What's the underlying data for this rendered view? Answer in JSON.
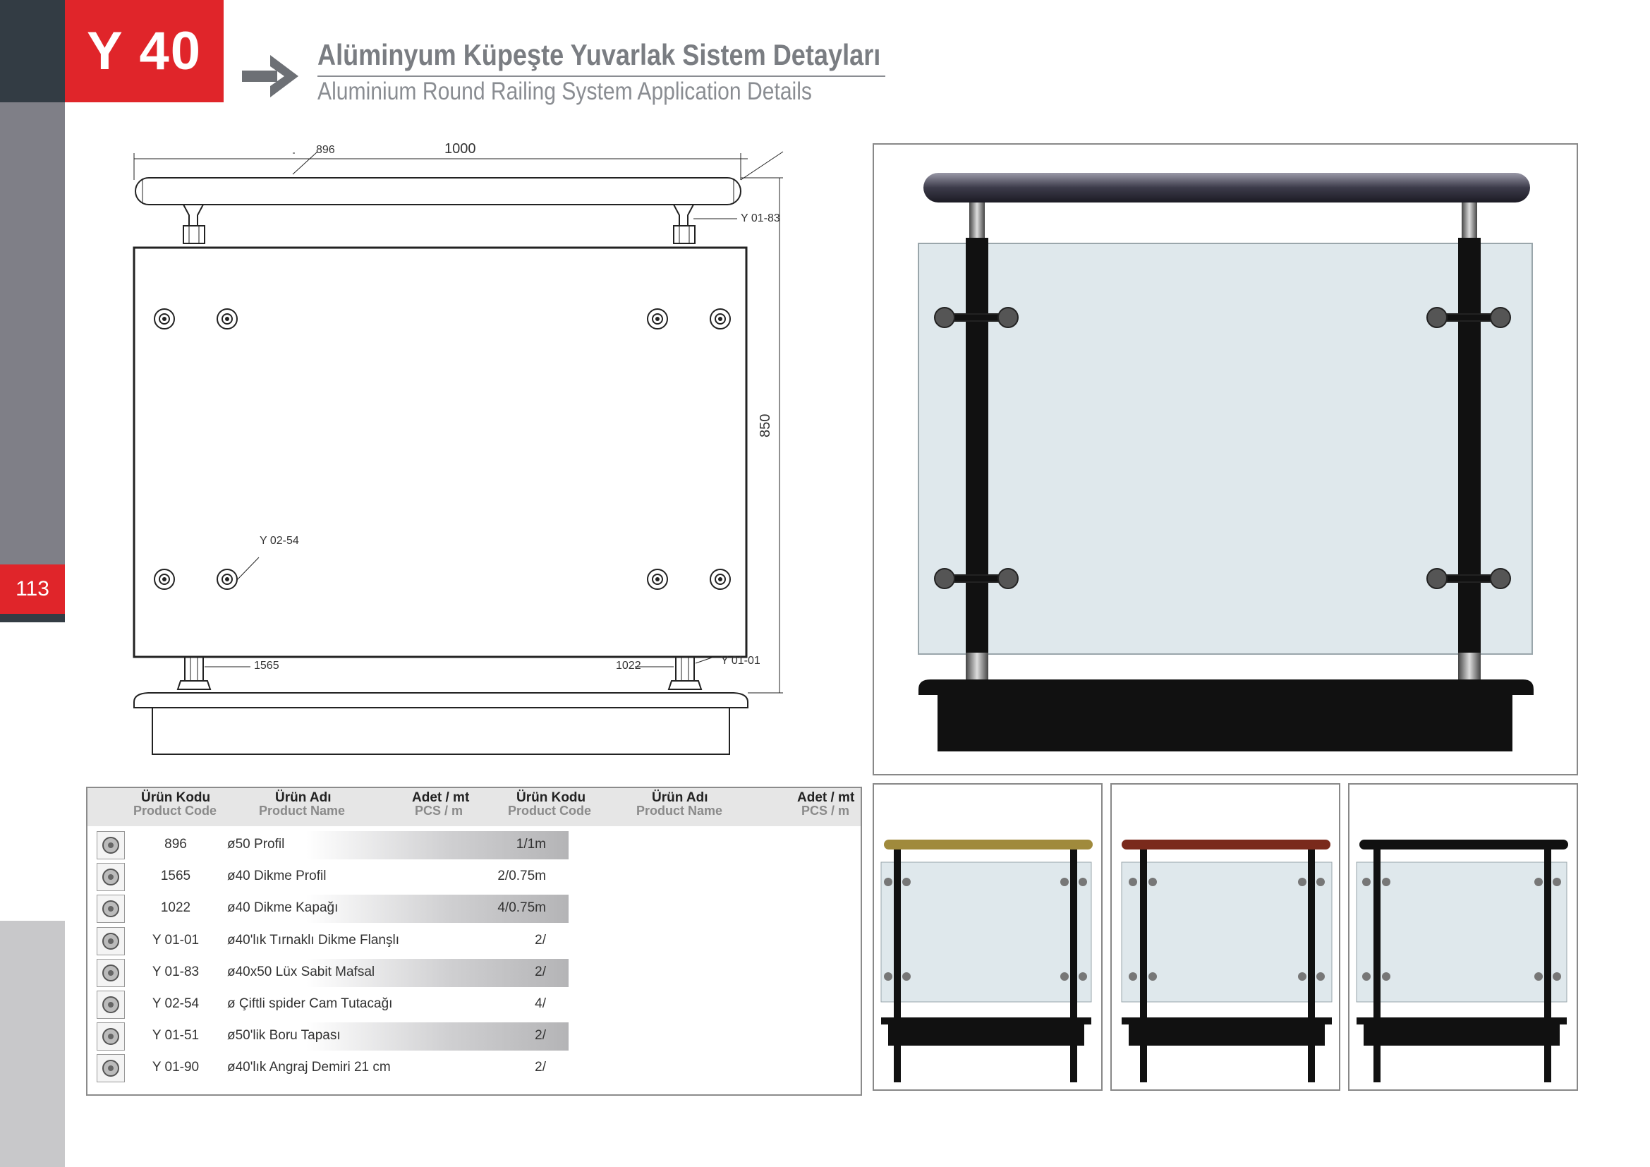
{
  "header": {
    "code": "Y 40",
    "title_tr": "Alüminyum Küpeşte Yuvarlak Sistem Detayları",
    "title_en": "Aluminium Round Railing System Application Details"
  },
  "page_number": "113",
  "drawing": {
    "dim_width": "1000",
    "dim_height": "850",
    "label_896": "896",
    "label_y0183": "Y 01-83",
    "label_y0254": "Y 02-54",
    "label_1565": "1565",
    "label_1022": "1022",
    "label_y0101": "Y 01-01"
  },
  "table": {
    "headers": [
      {
        "tr": "Ürün Kodu",
        "en": "Product Code"
      },
      {
        "tr": "Ürün Adı",
        "en": "Product Name"
      },
      {
        "tr": "Adet / mt",
        "en": "PCS / m"
      },
      {
        "tr": "Ürün Kodu",
        "en": "Product Code"
      },
      {
        "tr": "Ürün Adı",
        "en": "Product Name"
      },
      {
        "tr": "Adet / mt",
        "en": "PCS / m"
      }
    ],
    "rows": [
      {
        "code": "896",
        "name": "ø50 Profil",
        "qty": "1/1m",
        "icon": "round-profile-icon",
        "shaded": true
      },
      {
        "code": "1565",
        "name": "ø40 Dikme Profil",
        "qty": "2/0.75m",
        "icon": "post-profile-icon",
        "shaded": false
      },
      {
        "code": "1022",
        "name": "ø40 Dikme Kapağı",
        "qty": "4/0.75m",
        "icon": "post-cover-icon",
        "shaded": true
      },
      {
        "code": "Y 01-01",
        "name": "ø40'lık Tırnaklı Dikme Flanşlı",
        "qty": "2/",
        "icon": "flange-icon",
        "shaded": false
      },
      {
        "code": "Y 01-83",
        "name": "ø40x50 Lüx Sabit Mafsal",
        "qty": "2/",
        "icon": "fixed-joint-icon",
        "shaded": true
      },
      {
        "code": "Y 02-54",
        "name": "ø Çiftli spider Cam Tutacağı",
        "qty": "4/",
        "icon": "spider-glass-holder-icon",
        "shaded": false
      },
      {
        "code": "Y 01-51",
        "name": "ø50'lik Boru Tapası",
        "qty": "2/",
        "icon": "pipe-plug-icon",
        "shaded": true
      },
      {
        "code": "Y 01-90",
        "name": "ø40'lık Angraj Demiri 21 cm",
        "qty": "2/",
        "icon": "anchor-rod-icon",
        "shaded": false
      }
    ]
  },
  "colors": {
    "brand_red": "#e0252a",
    "dark": "#333c44",
    "gray": "#7f7f87",
    "rail_gold": "#a08a3c",
    "rail_wood": "#7a2a1c",
    "rail_black": "#111111"
  }
}
